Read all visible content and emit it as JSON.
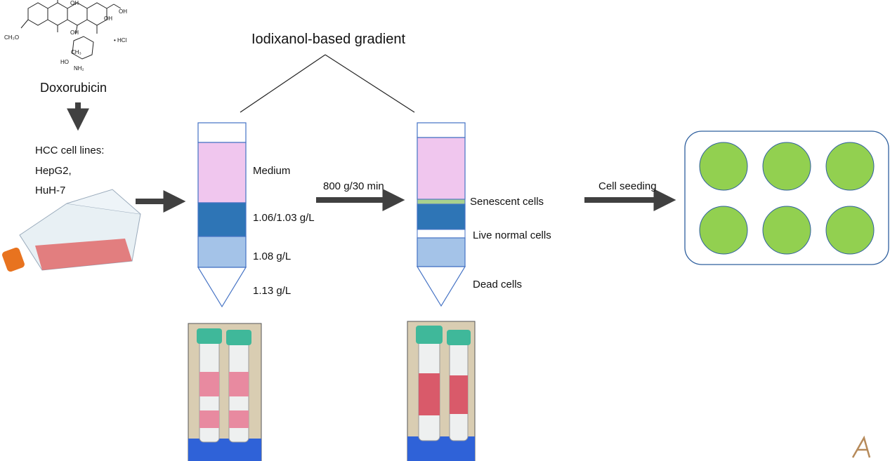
{
  "title": "Iodixanol-based gradient",
  "drug": {
    "name": "Doxorubicin",
    "structure_labels": {
      "hcl": "• HCl",
      "ch3o": "CH₃O",
      "oh_top": "OH",
      "oh_side": "OH",
      "oh_chain": "OH",
      "oh_lower": "OH",
      "ho": "HO",
      "nh2": "NH₂",
      "ch3": "CH₃"
    }
  },
  "cells": {
    "heading": "HCC cell lines:",
    "lines": [
      "HepG2,",
      "HuH-7"
    ]
  },
  "tube_before": {
    "layers": [
      {
        "label": "Medium",
        "color": "#f0c6ee"
      },
      {
        "label": "1.06/1.03 g/L",
        "color": "#2e75b6"
      },
      {
        "label": "1.08 g/L",
        "color": "#a4c3e8"
      },
      {
        "label": "1.13 g/L",
        "color": "#ffffff"
      }
    ]
  },
  "centrifuge": "800 g/30 min",
  "tube_after": {
    "labels": [
      "Senescent cells",
      "Live normal cells",
      "Dead cells"
    ],
    "senescent_color": "#a9d18e"
  },
  "seeding": "Cell seeding",
  "plate": {
    "wells": 6,
    "well_color": "#92d050"
  },
  "colors": {
    "arrow": "#404040",
    "outline": "#4472c4",
    "liquid": "#e06a6a",
    "cap": "#3fb89a"
  }
}
